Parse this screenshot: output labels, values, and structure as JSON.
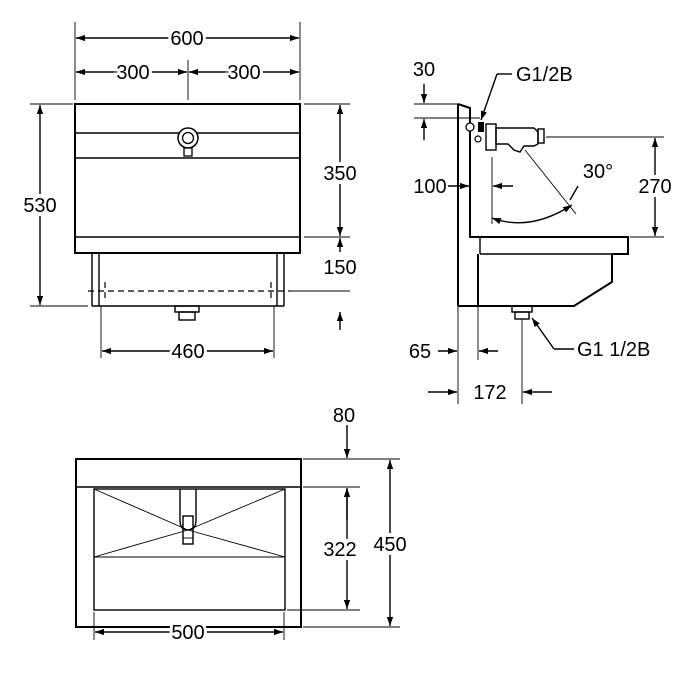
{
  "front_view": {
    "width_total": "600",
    "half_left": "300",
    "half_right": "300",
    "height_total": "530",
    "panel_height": "350",
    "basin_height": "150",
    "basin_width": "460"
  },
  "side_view": {
    "top_offset": "30",
    "inlet_thread": "G1/2B",
    "wall_offset": "100",
    "angle": "30°",
    "tap_height": "270",
    "wall_gap": "65",
    "drain_offset": "172",
    "drain_thread": "G1 1/2B"
  },
  "top_view": {
    "rim": "80",
    "inner_depth": "322",
    "outer_depth": "450",
    "inner_width": "500"
  }
}
